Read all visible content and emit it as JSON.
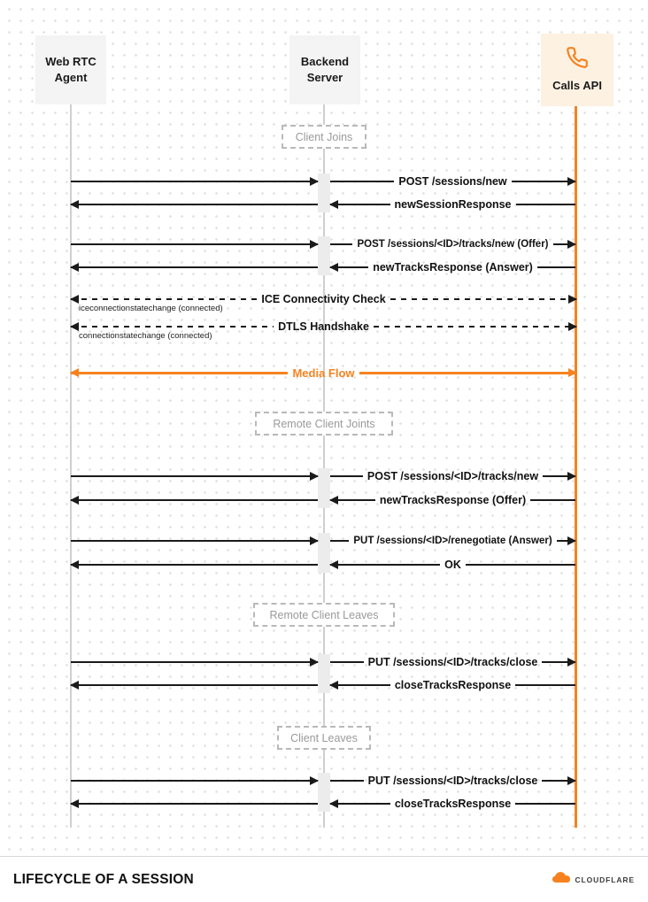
{
  "diagram": {
    "type": "sequence",
    "actors": [
      {
        "id": "webrtc-agent",
        "label": "Web RTC Agent"
      },
      {
        "id": "backend-server",
        "label": "Backend Server"
      },
      {
        "id": "calls-api",
        "label": "Calls API",
        "icon": "phone-icon"
      }
    ],
    "phases": [
      {
        "label": "Client Joins"
      },
      {
        "label": "Remote Client Joints"
      },
      {
        "label": "Remote Client Leaves"
      },
      {
        "label": "Client Leaves"
      }
    ],
    "messages": [
      {
        "label": "POST /sessions/new",
        "from": "backend-server",
        "to": "calls-api",
        "line": "solid"
      },
      {
        "label": "newSessionResponse",
        "from": "calls-api",
        "to": "backend-server",
        "line": "solid"
      },
      {
        "label": "POST /sessions/<ID>/tracks/new (Offer)",
        "from": "backend-server",
        "to": "calls-api",
        "line": "solid"
      },
      {
        "label": "newTracksResponse (Answer)",
        "from": "calls-api",
        "to": "backend-server",
        "line": "solid"
      },
      {
        "label": "ICE Connectivity Check",
        "from": "webrtc-agent",
        "to": "calls-api",
        "line": "dashed",
        "bidirectional": true,
        "note": "iceconnectionstatechange (connected)"
      },
      {
        "label": "DTLS Handshake",
        "from": "webrtc-agent",
        "to": "calls-api",
        "line": "dashed",
        "bidirectional": true,
        "note": "connectionstatechange (connected)"
      },
      {
        "label": "Media Flow",
        "from": "webrtc-agent",
        "to": "calls-api",
        "line": "solid",
        "bidirectional": true,
        "color": "#F6821F"
      },
      {
        "label": "POST /sessions/<ID>/tracks/new",
        "from": "backend-server",
        "to": "calls-api",
        "line": "solid"
      },
      {
        "label": "newTracksResponse (Offer)",
        "from": "calls-api",
        "to": "backend-server",
        "line": "solid"
      },
      {
        "label": "PUT /sessions/<ID>/renegotiate (Answer)",
        "from": "backend-server",
        "to": "calls-api",
        "line": "solid"
      },
      {
        "label": "OK",
        "from": "calls-api",
        "to": "backend-server",
        "line": "solid"
      },
      {
        "label": "PUT /sessions/<ID>/tracks/close",
        "from": "backend-server",
        "to": "calls-api",
        "line": "solid"
      },
      {
        "label": "closeTracksResponse",
        "from": "calls-api",
        "to": "backend-server",
        "line": "solid"
      },
      {
        "label": "PUT /sessions/<ID>/tracks/close",
        "from": "backend-server",
        "to": "calls-api",
        "line": "solid"
      },
      {
        "label": "closeTracksResponse",
        "from": "calls-api",
        "to": "backend-server",
        "line": "solid"
      }
    ],
    "colors": {
      "accent_orange": "#F6821F",
      "arrow_black": "#1A1A1A",
      "lifeline_gray": "#CFCFCF",
      "actor_box_gray": "#F4F4F4",
      "calls_box_orange": "#FDF1E2"
    }
  },
  "footer": {
    "title": "LIFECYCLE OF A SESSION",
    "brand": "CLOUDFLARE",
    "logo_icon": "cloudflare-cloud-icon"
  }
}
